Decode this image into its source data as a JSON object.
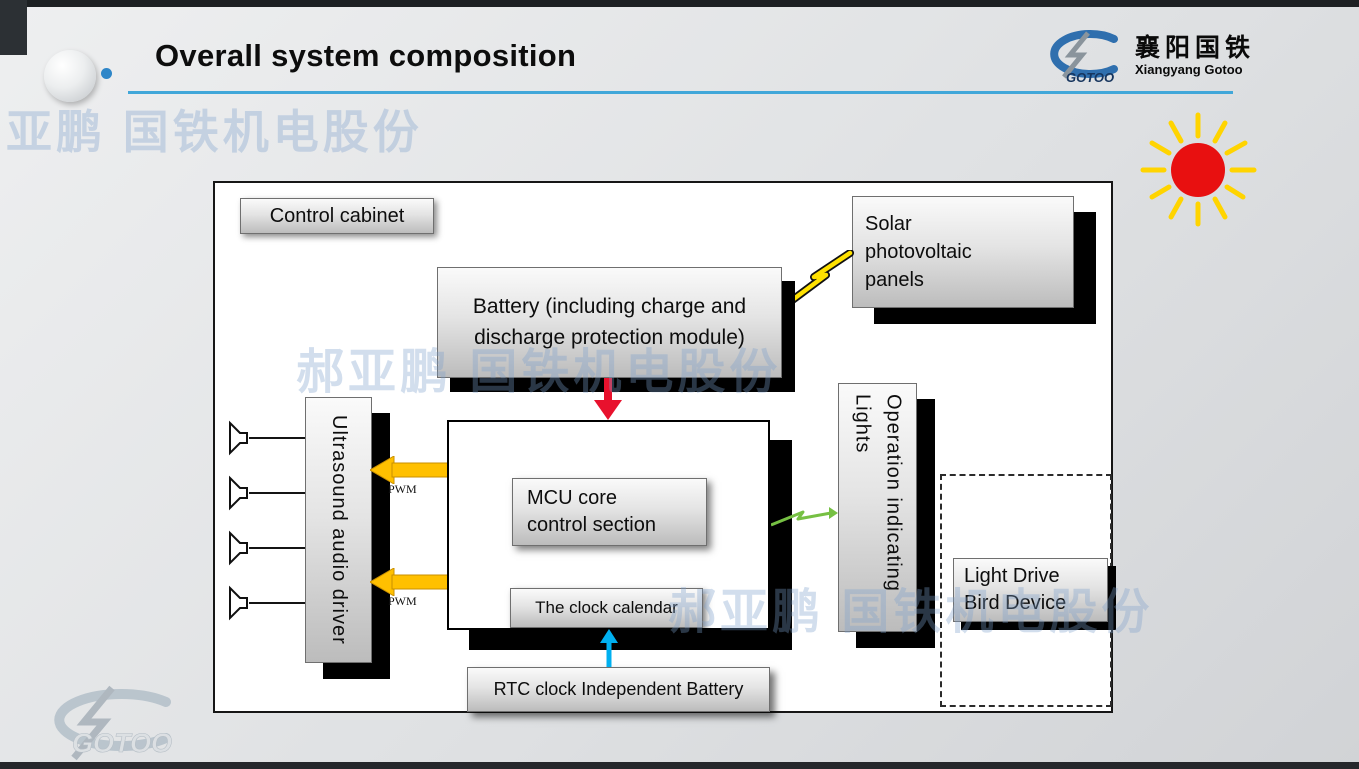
{
  "slide": {
    "title": "Overall system composition"
  },
  "logo": {
    "brand": "GOTOO",
    "chinese": "襄阳国铁",
    "english": "Xiangyang Gotoo"
  },
  "watermarks": {
    "top_left": "亚鹏 国铁机电股份",
    "center": "郝亚鹏 国铁机电股份",
    "right": "郝亚鹏 国铁机电股份",
    "bottom_brand": "GOTOO"
  },
  "diagram": {
    "control_cabinet": "Control cabinet",
    "solar_panels": "Solar\nphotovoltaic\npanels",
    "battery": "Battery (including charge and\ndischarge protection module)",
    "mcu_core": "MCU core\ncontrol section",
    "clock_calendar": "The clock calendar",
    "rtc_battery": "RTC clock Independent Battery",
    "ultrasound_driver": "Ultrasound audio driver",
    "operation_lights": "Operation indicating\nLights",
    "light_drive_bird": "Light Drive\nBird Device",
    "pwm_labels": [
      "PWM",
      "PWM"
    ]
  },
  "colors": {
    "accent_blue": "#41a7d9",
    "shadow_black": "#000000",
    "arrow_red": "#e8112d",
    "arrow_orange": "#ffc000",
    "arrow_cyan": "#00b0f0",
    "connector_green": "#76c043",
    "sun_red": "#e81010",
    "sun_yellow": "#ffd400"
  }
}
